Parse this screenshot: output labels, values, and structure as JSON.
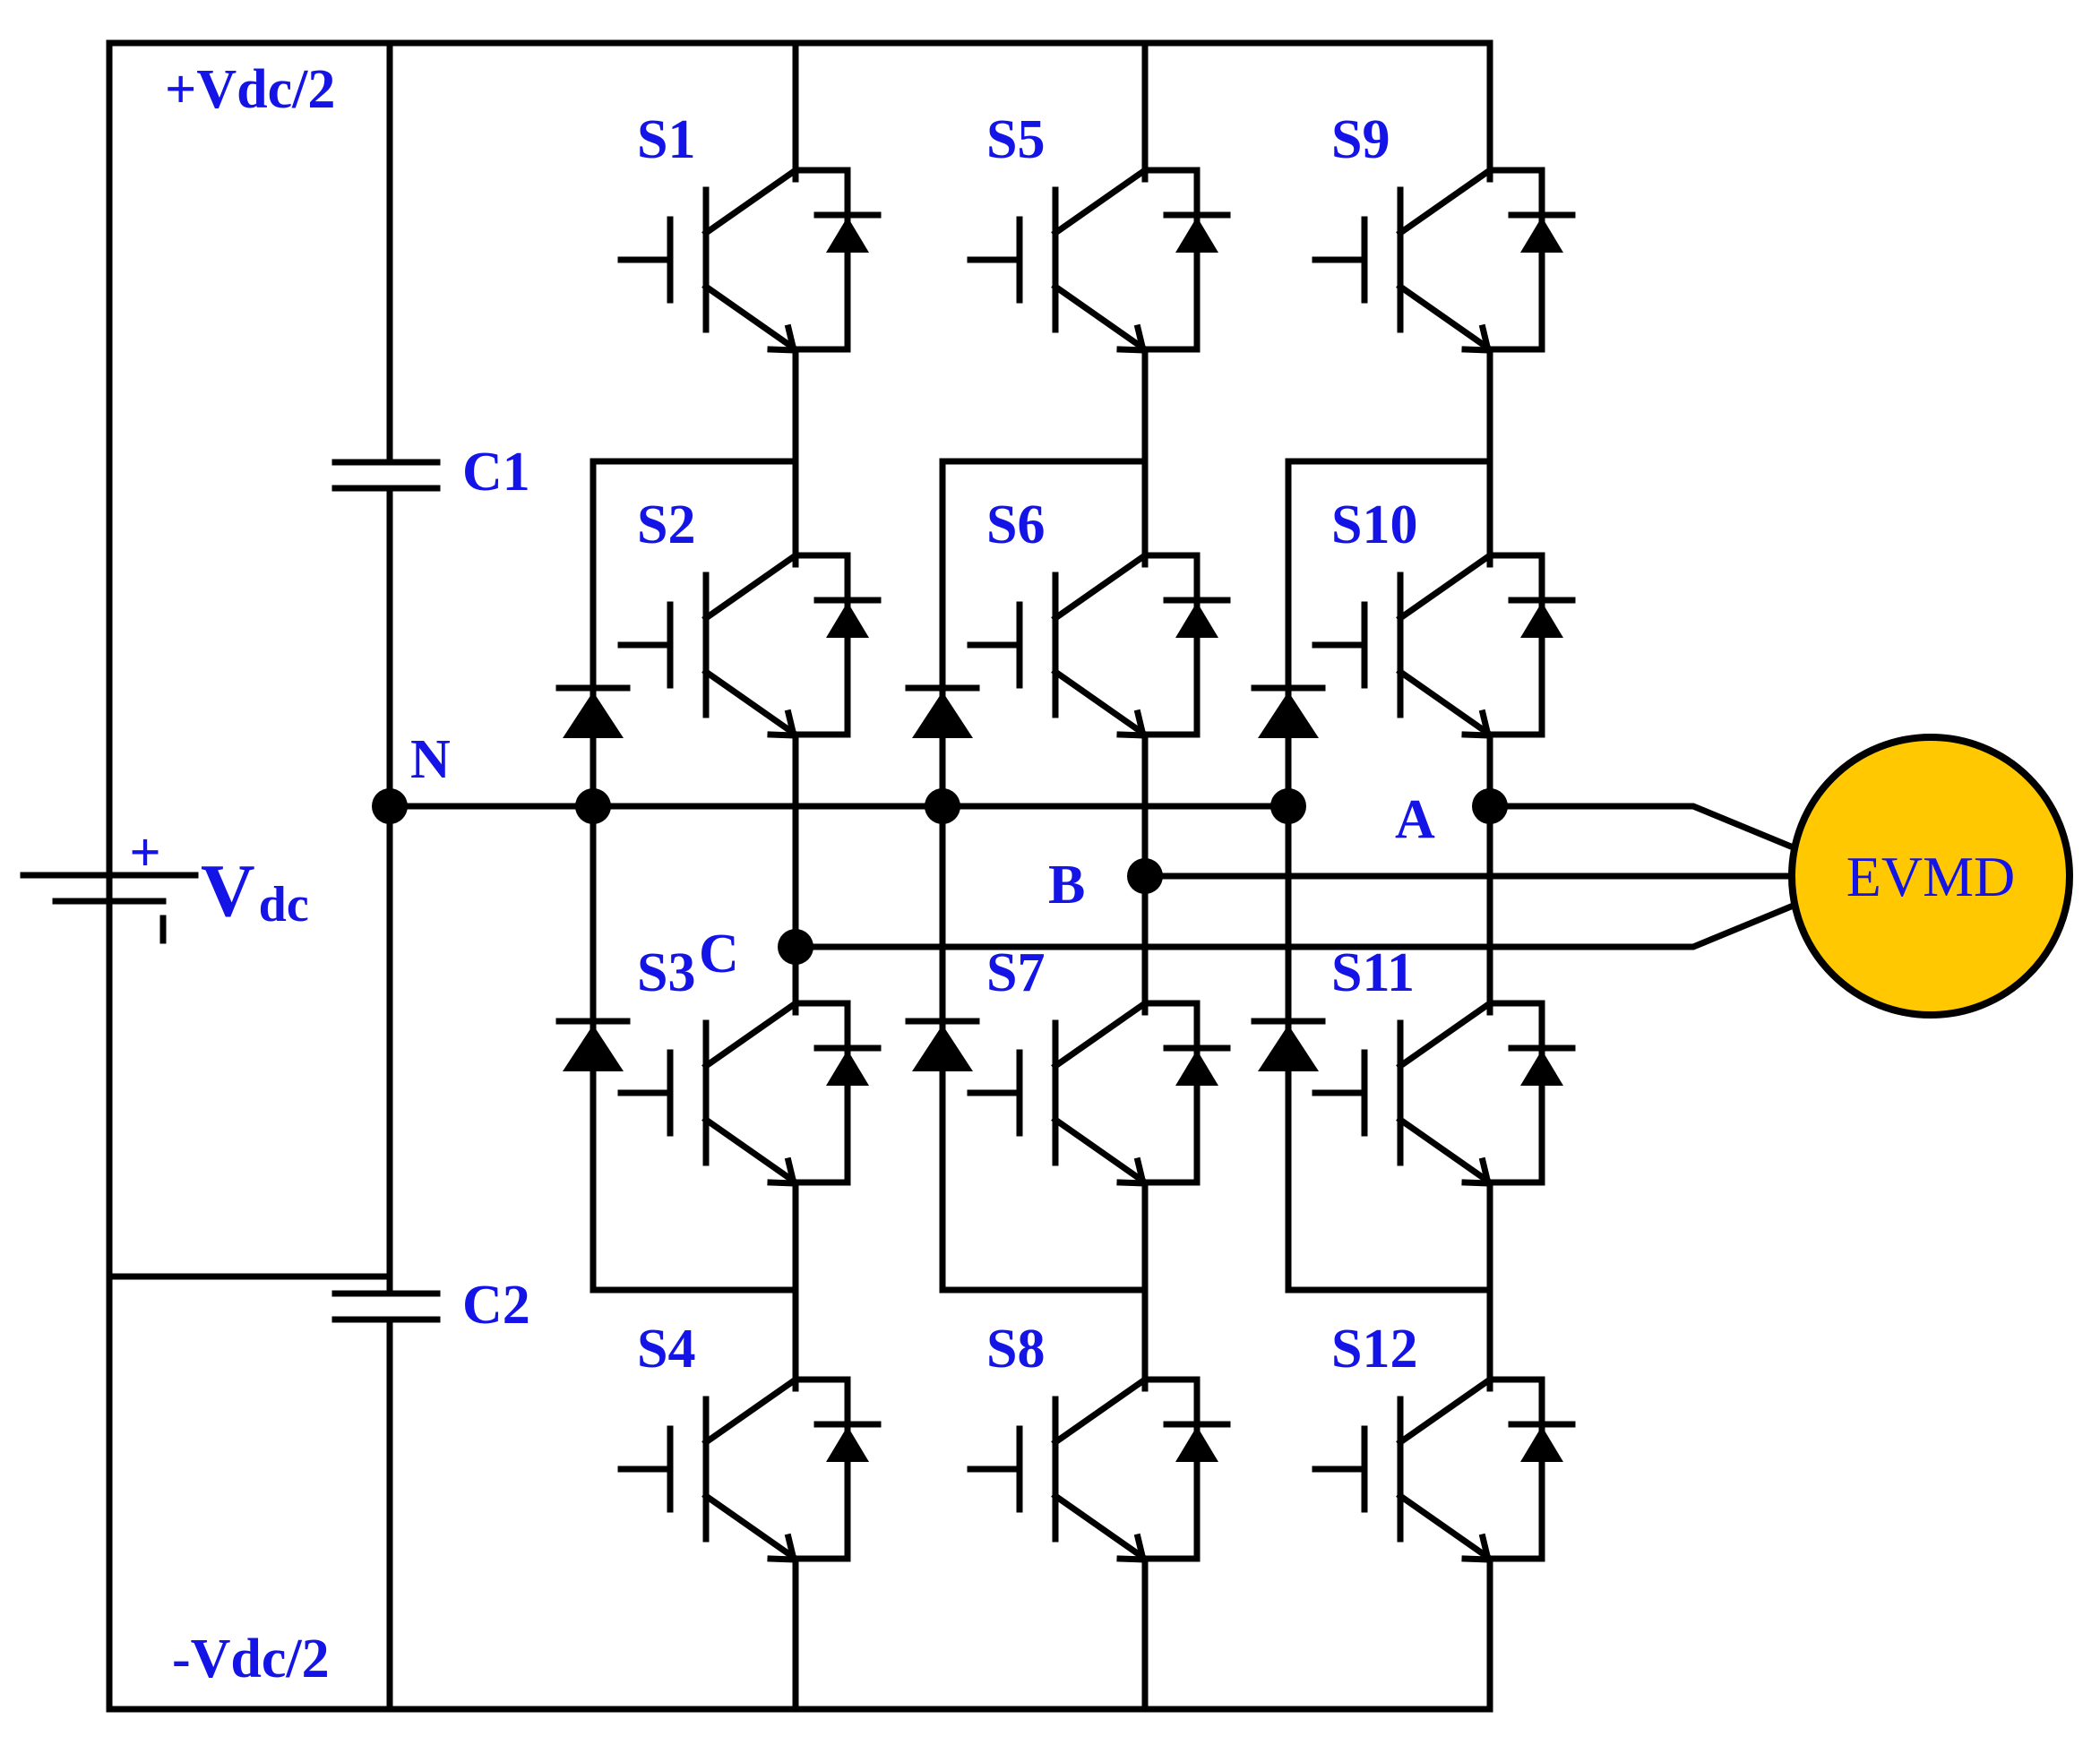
{
  "colors": {
    "wire": "#000000",
    "label": "#1414e6",
    "motor_fill": "#ffc800"
  },
  "rails": {
    "positive": "+Vdc/2",
    "negative": "-Vdc/2",
    "neutral": "N"
  },
  "source": {
    "label": "V",
    "subscript": "dc",
    "plus": "+",
    "minus": "-"
  },
  "capacitors": [
    "C1",
    "C2"
  ],
  "switches": [
    "S1",
    "S2",
    "S3",
    "S4",
    "S5",
    "S6",
    "S7",
    "S8",
    "S9",
    "S10",
    "S11",
    "S12"
  ],
  "phases": {
    "a": "A",
    "b": "B",
    "c": "C"
  },
  "motor": {
    "label": "EVMD"
  }
}
